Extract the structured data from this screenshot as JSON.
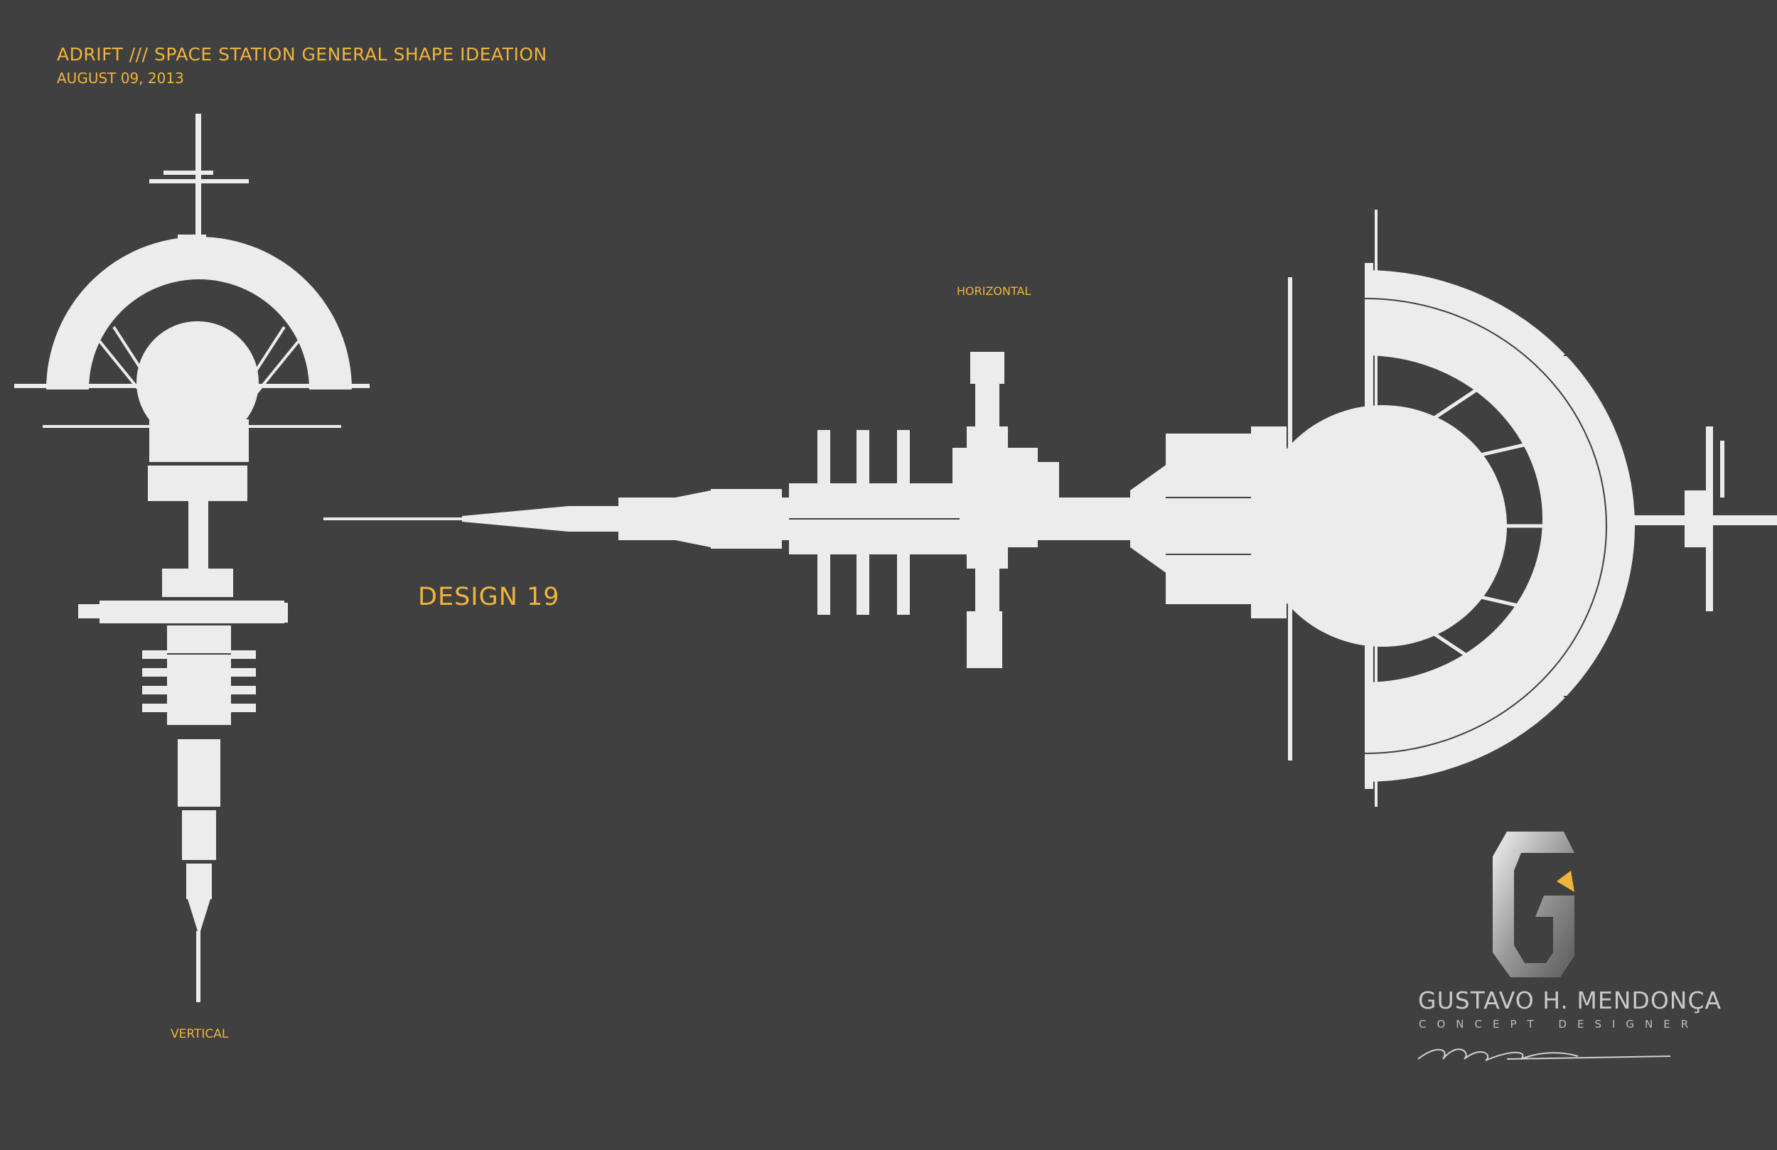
{
  "header": {
    "title": "ADRIFT /// SPACE STATION GENERAL SHAPE IDEATION",
    "date": "AUGUST 09, 2013"
  },
  "design_label": "DESIGN 19",
  "views": {
    "horizontal_label": "HORIZONTAL",
    "vertical_label": "VERTICAL"
  },
  "signature": {
    "name": "GUSTAVO H. MENDONÇA",
    "role": "CONCEPT DESIGNER"
  },
  "colors": {
    "background": "#404040",
    "accent": "#f0b43a",
    "silhouette": "#ececec"
  },
  "icons": [
    "gustavo-logo-icon",
    "signature-scribble-icon"
  ]
}
